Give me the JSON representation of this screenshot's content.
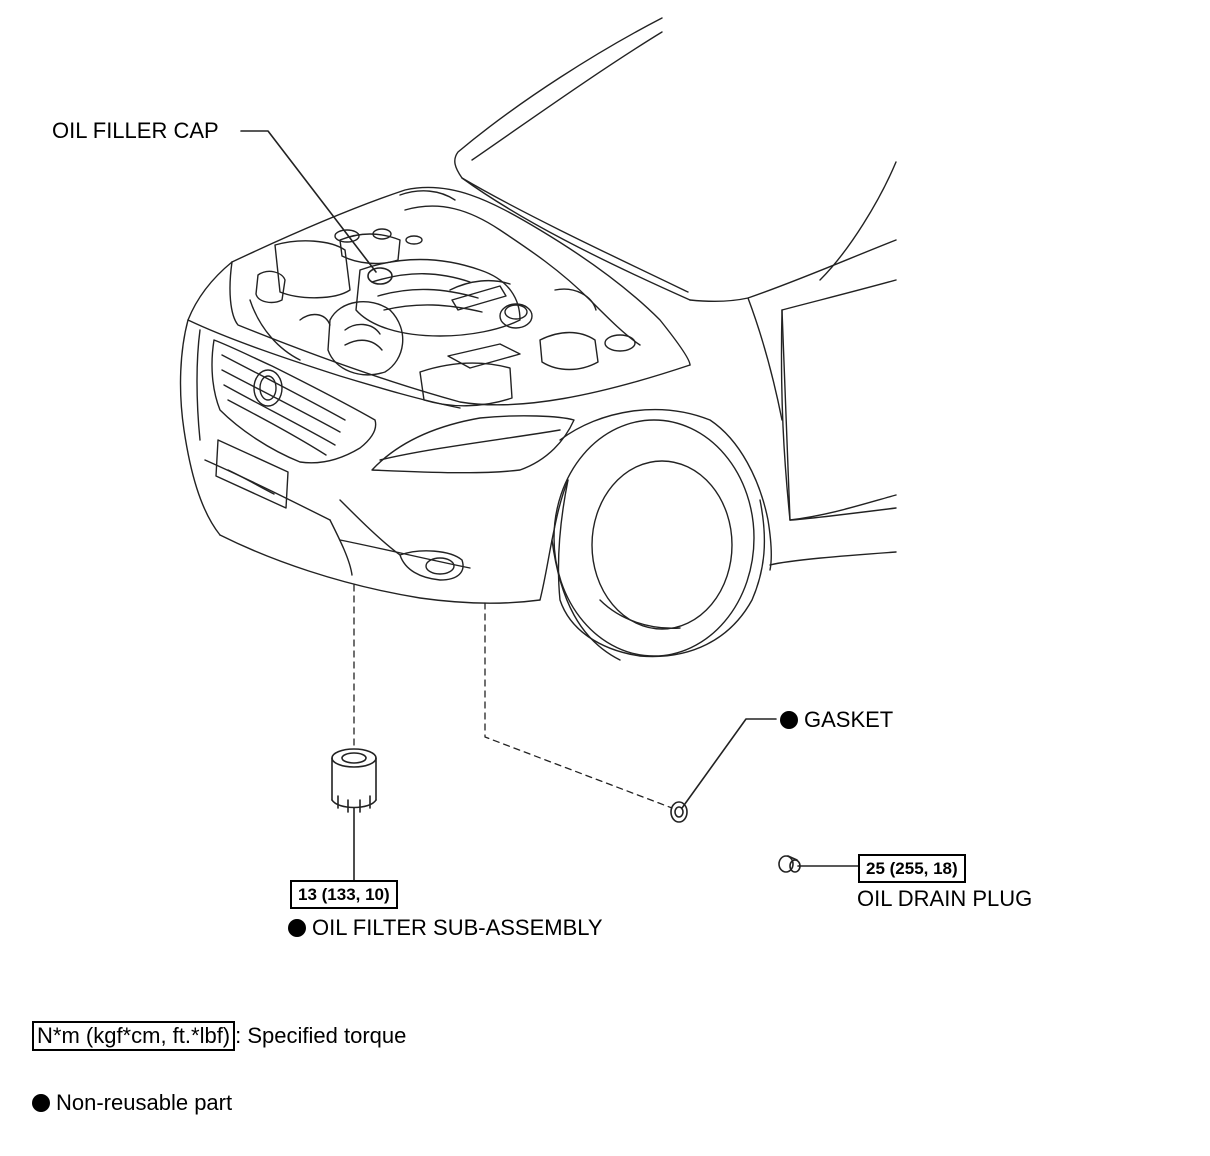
{
  "labels": {
    "oil_filler_cap": "OIL FILLER CAP",
    "gasket": "GASKET",
    "oil_drain_plug": "OIL DRAIN PLUG",
    "oil_filter": "OIL FILTER SUB-ASSEMBLY"
  },
  "torque": {
    "oil_filter": "13 (133, 10)",
    "oil_drain_plug": "25 (255, 18)"
  },
  "legend": {
    "torque_unit": "N*m (kgf*cm, ft.*lbf)",
    "torque_desc": ": Specified torque",
    "non_reusable": "Non-reusable part"
  },
  "icons": {
    "non_reusable_marker": "filled-circle-icon"
  }
}
